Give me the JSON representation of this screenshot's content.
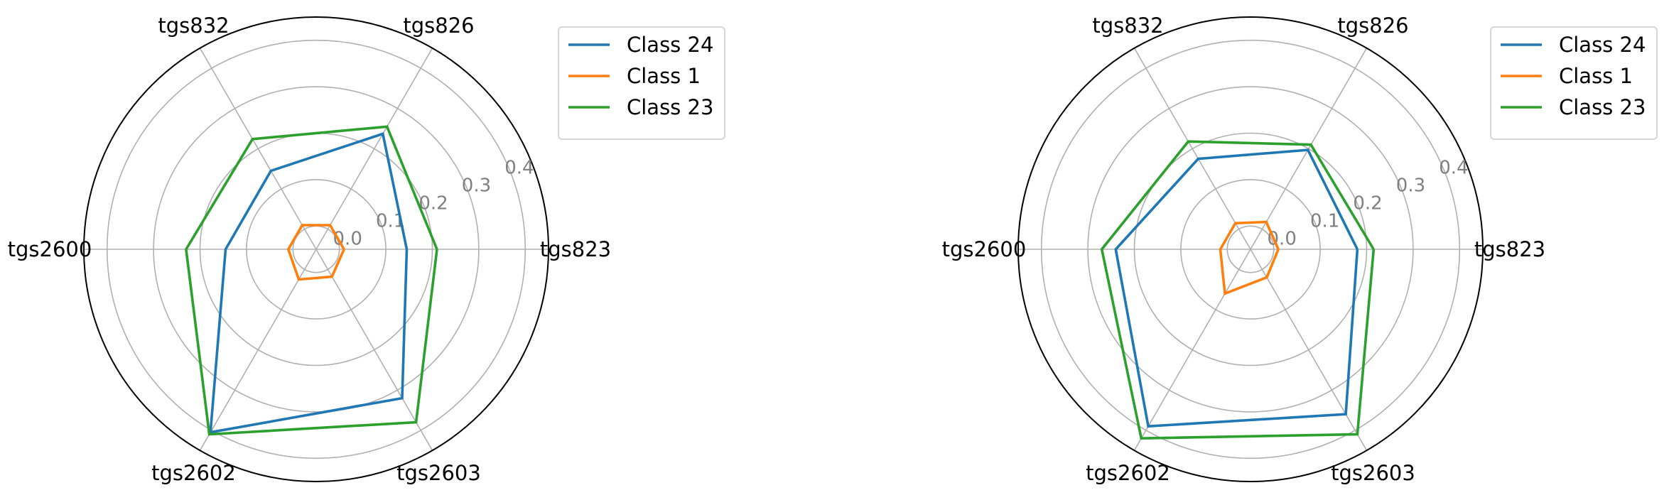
{
  "chart_data": [
    {
      "type": "radar",
      "axes": [
        "tgs823",
        "tgs826",
        "tgs832",
        "tgs2600",
        "tgs2602",
        "tgs2603"
      ],
      "rlim": [
        -0.05,
        0.45
      ],
      "rticks": [
        "0.0",
        "0.1",
        "0.2",
        "0.3",
        "0.4"
      ],
      "rtick_values": [
        0.0,
        0.1,
        0.2,
        0.3,
        0.4
      ],
      "grid": true,
      "legend": "upper-right-outside",
      "series": [
        {
          "name": "Class 24",
          "color": "#1f77b4",
          "values": [
            0.145,
            0.237,
            0.145,
            0.145,
            0.405,
            0.32
          ]
        },
        {
          "name": "Class 1",
          "color": "#ff7f0e",
          "values": [
            0.01,
            0.01,
            0.01,
            0.01,
            0.025,
            0.018
          ]
        },
        {
          "name": "Class 23",
          "color": "#2ca02c",
          "values": [
            0.21,
            0.255,
            0.224,
            0.23,
            0.41,
            0.38
          ]
        }
      ]
    },
    {
      "type": "radar",
      "axes": [
        "tgs823",
        "tgs826",
        "tgs832",
        "tgs2600",
        "tgs2602",
        "tgs2603"
      ],
      "rlim": [
        -0.05,
        0.45
      ],
      "rticks": [
        "0.0",
        "0.1",
        "0.2",
        "0.3",
        "0.4"
      ],
      "rtick_values": [
        0.0,
        0.1,
        0.2,
        0.3,
        0.4
      ],
      "grid": true,
      "legend": "upper-right-outside",
      "series": [
        {
          "name": "Class 24",
          "color": "#1f77b4",
          "values": [
            0.18,
            0.197,
            0.175,
            0.24,
            0.39,
            0.36
          ]
        },
        {
          "name": "Class 1",
          "color": "#ff7f0e",
          "values": [
            0.01,
            0.018,
            0.015,
            0.015,
            0.06,
            0.02
          ]
        },
        {
          "name": "Class 23",
          "color": "#2ca02c",
          "values": [
            0.215,
            0.21,
            0.218,
            0.27,
            0.42,
            0.41
          ]
        }
      ]
    }
  ]
}
